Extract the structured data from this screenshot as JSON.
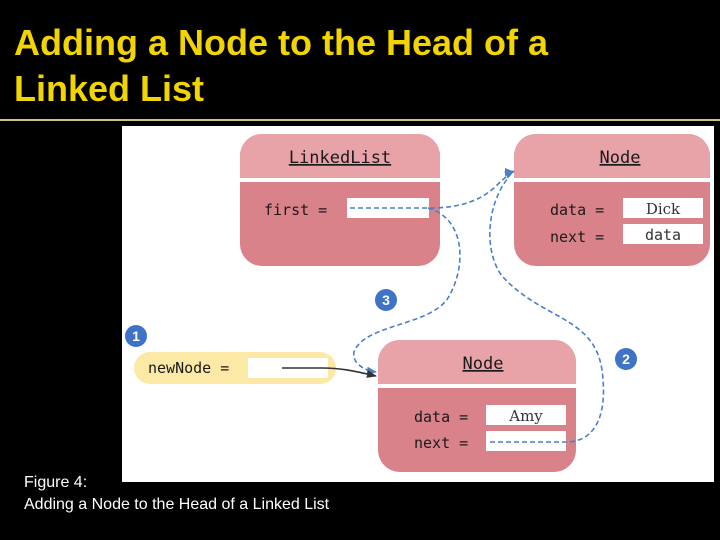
{
  "slide": {
    "title_line1": "Adding a Node to the Head of a",
    "title_line2": "Linked List"
  },
  "diagram": {
    "linked_list": {
      "class_name": "LinkedList",
      "field_first": "first ="
    },
    "node_dick": {
      "class_name": "Node",
      "field_data": "data =",
      "data_value": "Dick",
      "field_next": "next =",
      "next_value": "data"
    },
    "new_node_var": {
      "label": "newNode ="
    },
    "node_amy": {
      "class_name": "Node",
      "field_data": "data =",
      "data_value": "Amy",
      "field_next": "next ="
    },
    "steps": [
      "1",
      "2",
      "3"
    ],
    "colors": {
      "object_fill": "#d9828a",
      "header_fill": "#e8a3a8",
      "variable_fill": "#fde9a6",
      "badge_fill": "#3f73c8",
      "arrow_stroke": "#4a7fc9"
    }
  },
  "caption": {
    "line1": "Figure 4:",
    "line2": "Adding a Node to the Head of a Linked List"
  }
}
